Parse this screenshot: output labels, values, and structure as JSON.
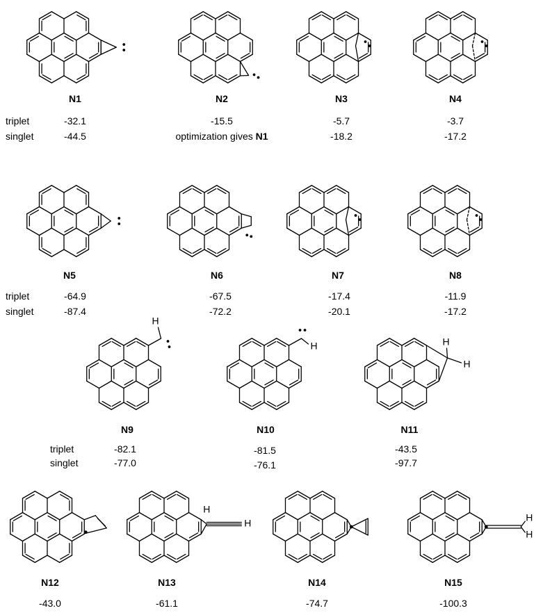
{
  "row_labels": {
    "triplet": "triplet",
    "singlet": "singlet"
  },
  "compounds": [
    {
      "id": "N1",
      "label": "N1",
      "triplet": "-32.1",
      "singlet": "-44.5"
    },
    {
      "id": "N2",
      "label": "N2",
      "triplet": "-15.5",
      "singlet_prefix": "optimization gives ",
      "singlet_ref": "N1"
    },
    {
      "id": "N3",
      "label": "N3",
      "triplet": "-5.7",
      "singlet": "-18.2"
    },
    {
      "id": "N4",
      "label": "N4",
      "triplet": "-3.7",
      "singlet": "-17.2"
    },
    {
      "id": "N5",
      "label": "N5",
      "triplet": "-64.9",
      "singlet": "-87.4"
    },
    {
      "id": "N6",
      "label": "N6",
      "triplet": "-67.5",
      "singlet": "-72.2"
    },
    {
      "id": "N7",
      "label": "N7",
      "triplet": "-17.4",
      "singlet": "-20.1"
    },
    {
      "id": "N8",
      "label": "N8",
      "triplet": "-11.9",
      "singlet": "-17.2"
    },
    {
      "id": "N9",
      "label": "N9",
      "triplet": "-82.1",
      "singlet": "-77.0"
    },
    {
      "id": "N10",
      "label": "N10",
      "triplet": "-81.5",
      "singlet": "-76.1"
    },
    {
      "id": "N11",
      "label": "N11",
      "triplet": "-43.5",
      "singlet": "-97.7"
    },
    {
      "id": "N12",
      "label": "N12",
      "value": "-43.0"
    },
    {
      "id": "N13",
      "label": "N13",
      "value": "-61.1"
    },
    {
      "id": "N14",
      "label": "N14",
      "value": "-74.7"
    },
    {
      "id": "N15",
      "label": "N15",
      "value": "-100.3"
    }
  ],
  "atom_label_H": "H"
}
